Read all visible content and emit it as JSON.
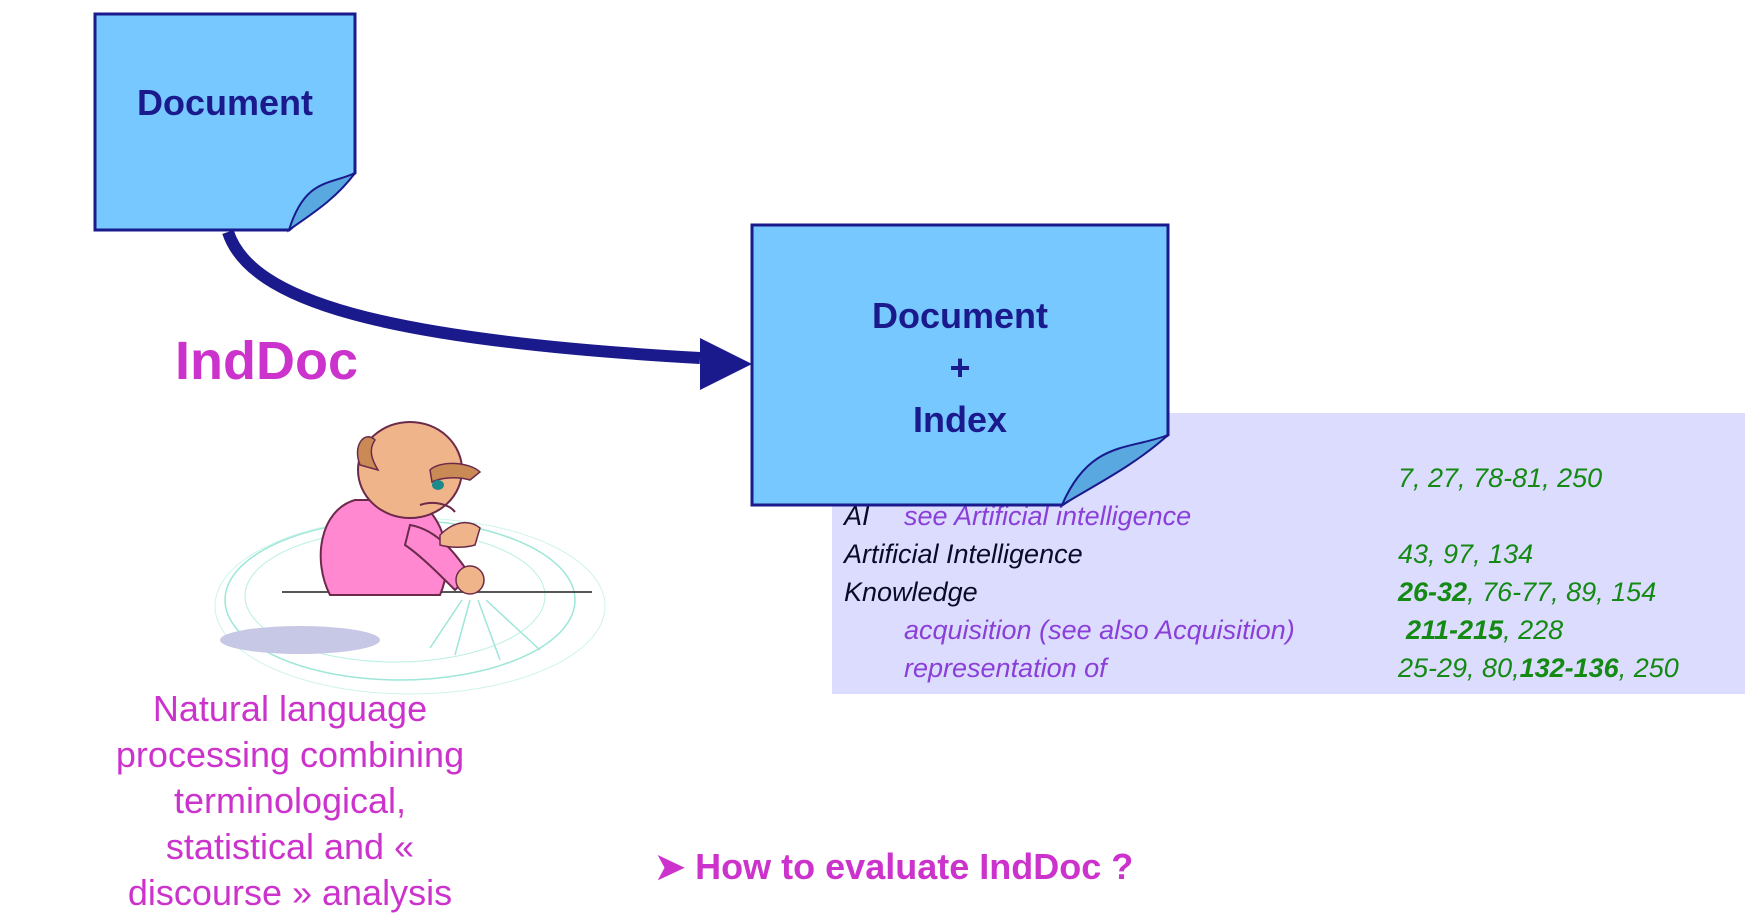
{
  "source_document": {
    "label": "Document"
  },
  "tool_name": "IndDoc",
  "output_document": {
    "line1": "Document",
    "line2": "+",
    "line3": "Index"
  },
  "caption": "Natural language processing combining terminological, statistical and « discourse » analysis",
  "question": "How to evaluate IndDoc ?",
  "index_entries": [
    {
      "term": "",
      "pages": "7, 27, 78-81, 250"
    },
    {
      "term": "AI",
      "see": "see Artificial intelligence",
      "pages": ""
    },
    {
      "term": "Artificial Intelligence",
      "pages": "43, 97, 134"
    },
    {
      "term": "Knowledge",
      "pages_bold": "26-32",
      "pages_rest": ", 76-77, 89, 154"
    },
    {
      "term": "acquisition (see also Acquisition)",
      "pages_bold": "211-215",
      "pages_rest": ", 228"
    },
    {
      "term": "representation of",
      "pages_pre": "25-29, 80,",
      "pages_bold": "132-136",
      "pages_rest": ", 250"
    }
  ],
  "colors": {
    "doc_fill": "#77c8ff",
    "doc_border": "#1a1a8c",
    "arrow": "#1a1a8c",
    "accent_magenta": "#cc33cc",
    "index_background": "#dcdcff",
    "page_numbers": "#148a14",
    "subterm": "#8a3fd8"
  },
  "icons": [
    "document-icon",
    "thinking-person-clipart",
    "curved-arrow"
  ]
}
